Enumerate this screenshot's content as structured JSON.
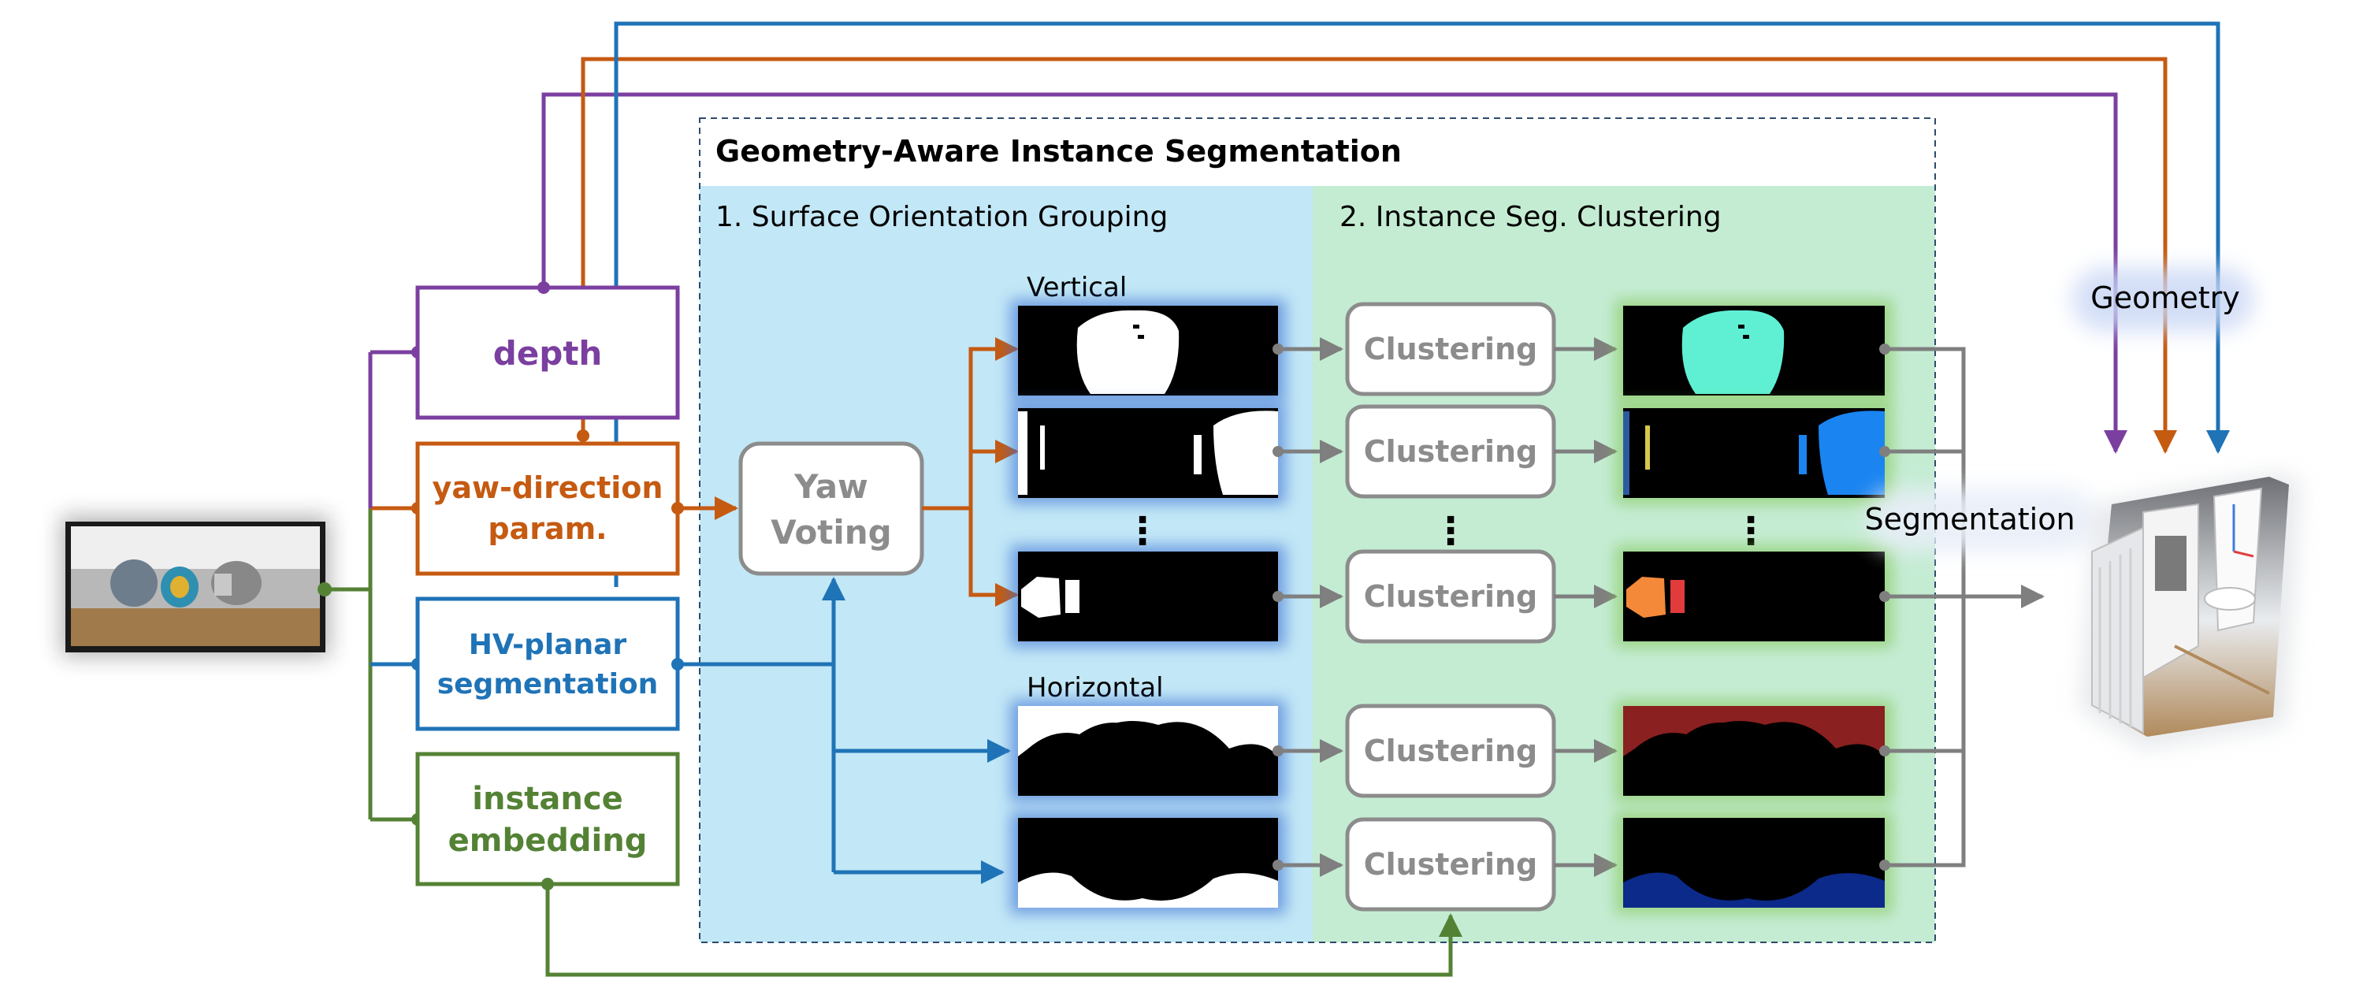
{
  "title": "Geometry-Aware Instance Segmentation",
  "stage1": {
    "label": "1. Surface Orientation Grouping",
    "bg": "#c2e7f6"
  },
  "stage2": {
    "label": "2. Instance Seg. Clustering",
    "bg": "#c4ecd3"
  },
  "outputs": {
    "depth": "depth",
    "yaw_line1": "yaw-direction",
    "yaw_line2": "param.",
    "hv_line1": "HV-planar",
    "hv_line2": "segmentation",
    "inst_line1": "instance",
    "inst_line2": "embedding"
  },
  "yaw_voting": {
    "line1": "Yaw",
    "line2": "Voting"
  },
  "group_labels": {
    "vertical": "Vertical",
    "horizontal": "Horizontal"
  },
  "clustering_label": "Clustering",
  "ellipsis": "⋮",
  "result_labels": {
    "geometry": "Geometry",
    "segmentation": "Segmentation"
  },
  "colors": {
    "depth": "#7b3fa0",
    "yaw": "#c55a11",
    "hv": "#1f73b7",
    "instance": "#548235",
    "gray": "#7f7f7f",
    "cluster_1": "#5ff0d4",
    "cluster_2": "#1a84f0",
    "cluster_3a": "#f4893a",
    "cluster_3b": "#e23b3b",
    "cluster_4": "#8a2020",
    "cluster_5": "#0b2a8a"
  }
}
